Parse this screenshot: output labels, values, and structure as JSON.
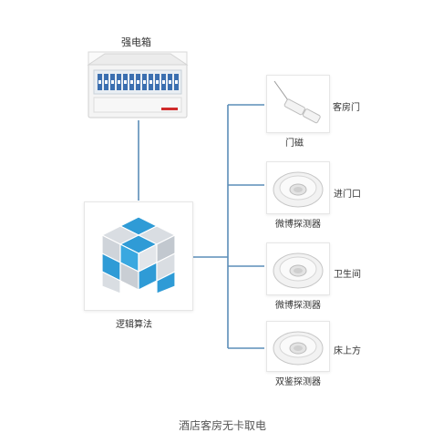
{
  "breaker_box": {
    "label": "强电箱"
  },
  "logic": {
    "label": "逻辑算法"
  },
  "sensors": [
    {
      "name": "门磁",
      "location": "客房门",
      "icon": "door-magnet-icon"
    },
    {
      "name": "微博探测器",
      "location": "进门口",
      "icon": "ceiling-detector-icon"
    },
    {
      "name": "微博探测器",
      "location": "卫生间",
      "icon": "ceiling-detector-icon"
    },
    {
      "name": "双鉴探测器",
      "location": "床上方",
      "icon": "ceiling-detector-icon"
    }
  ],
  "caption": "酒店客房无卡取电",
  "colors": {
    "connector": "#5b8db8",
    "cube_blue": "#2f9bd6",
    "cube_gray": "#d9dde2"
  }
}
